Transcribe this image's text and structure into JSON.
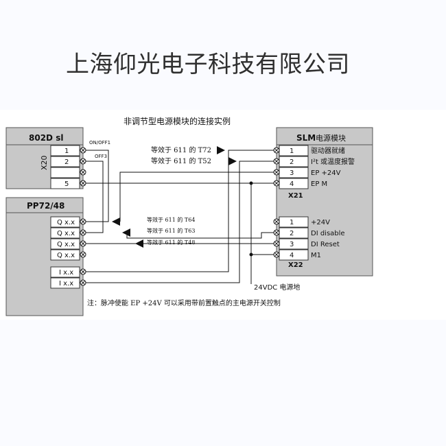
{
  "company": "上海仰光电子科技有限公司",
  "diagram": {
    "title": "非调节型电源模块的连接实例",
    "note": "注：脉冲使能 EP +24V 可以采用带前置触点的主电源开关控制",
    "ground_label": "24VDC 电源地",
    "module_802d": {
      "title": "802D sl",
      "connector": "X20",
      "pins": [
        "1",
        "2",
        "",
        "5"
      ],
      "labels": [
        "ON/OFF1",
        "OFF3"
      ]
    },
    "module_pp72": {
      "title": "PP72/48",
      "outputs": [
        "Q x.x",
        "Q x.x",
        "Q x.x",
        "Q x.x"
      ],
      "inputs": [
        "I x.x",
        "I x.x"
      ]
    },
    "module_slm": {
      "title": "SLM",
      "title_suffix": "电源模块",
      "x21": "X21",
      "x21_pins": [
        "1",
        "2",
        "3",
        "4"
      ],
      "x21_labels": [
        "驱动器就绪",
        "I²t 或温度报警",
        "EP +24V",
        "EP M"
      ],
      "x22": "X22",
      "x22_pins": [
        "1",
        "2",
        "3",
        "4"
      ],
      "x22_labels": [
        "+24V",
        "DI disable",
        "DI Reset",
        "M1"
      ]
    },
    "equivalents": {
      "t72": "等效于 611 的 T72",
      "t52": "等效于 611 的 T52",
      "t64": "等效于 611 的 T64",
      "t63": "等效于 611 的 T63",
      "t48": "等效于 611 的 T48"
    }
  }
}
